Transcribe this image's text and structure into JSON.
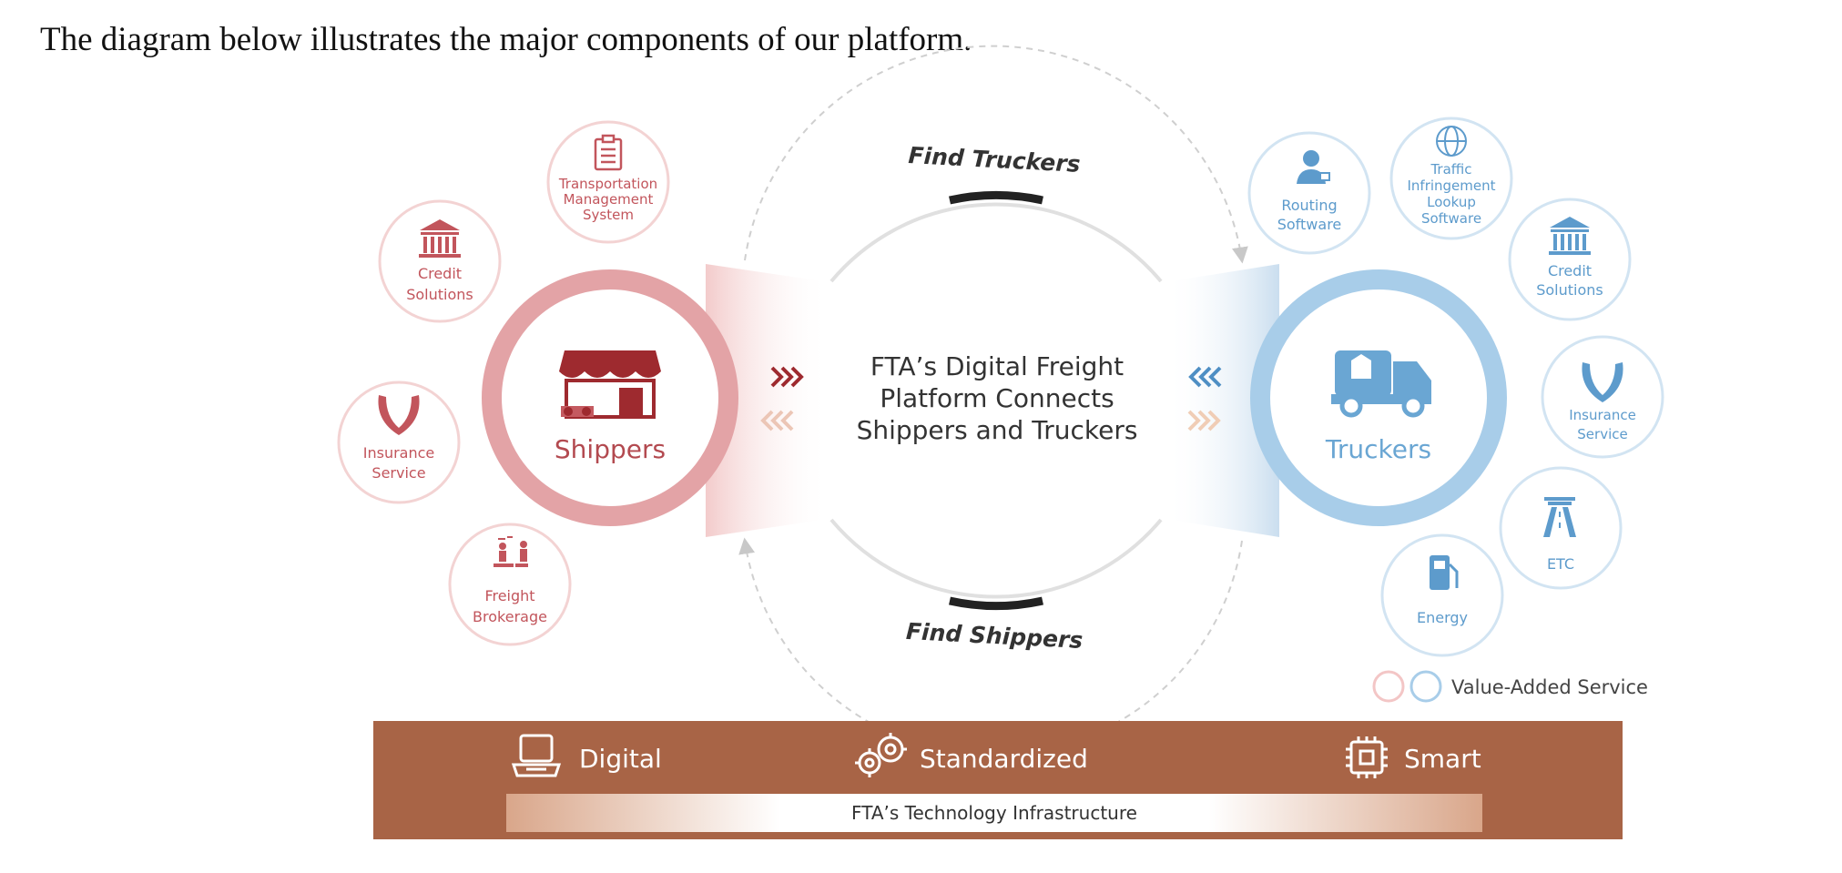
{
  "intro_text": "The diagram below illustrates the major components of our platform.",
  "flows": {
    "top": "Find Truckers",
    "bottom": "Find Shippers"
  },
  "center": {
    "lines": [
      "FTA’s Digital Freight",
      "Platform Connects",
      "Shippers and Truckers"
    ]
  },
  "shippers": {
    "label": "Shippers",
    "color": "#c2555c",
    "services": {
      "tms": {
        "lines": [
          "Transportation",
          "Management",
          "System"
        ],
        "icon": "clipboard-icon"
      },
      "credit": {
        "lines": [
          "Credit",
          "Solutions"
        ],
        "icon": "bank-icon"
      },
      "insurance": {
        "lines": [
          "Insurance",
          "Service"
        ],
        "icon": "hands-icon"
      },
      "freight": {
        "lines": [
          "Freight",
          "Brokerage"
        ],
        "icon": "brokerage-icon"
      }
    }
  },
  "truckers": {
    "label": "Truckers",
    "color": "#6aa6d3",
    "services": {
      "routing": {
        "lines": [
          "Routing",
          "Software"
        ],
        "icon": "person-icon"
      },
      "traffic": {
        "lines": [
          "Traffic",
          "Infringement",
          "Lookup",
          "Software"
        ],
        "icon": "globe-icon"
      },
      "credit": {
        "lines": [
          "Credit",
          "Solutions"
        ],
        "icon": "bank-icon"
      },
      "insurance": {
        "lines": [
          "Insurance",
          "Service"
        ],
        "icon": "hands-icon"
      },
      "etc": {
        "lines": [
          "ETC"
        ],
        "icon": "toll-gate-icon"
      },
      "energy": {
        "lines": [
          "Energy"
        ],
        "icon": "fuel-pump-icon"
      }
    }
  },
  "legend": {
    "label": "Value-Added Service"
  },
  "infrastructure": {
    "items": [
      {
        "label": "Digital",
        "icon": "laptop-icon"
      },
      {
        "label": "Standardized",
        "icon": "gears-icon"
      },
      {
        "label": "Smart",
        "icon": "chip-icon"
      }
    ],
    "caption": "FTA’s Technology Infrastructure",
    "band_color": "#a86446"
  }
}
